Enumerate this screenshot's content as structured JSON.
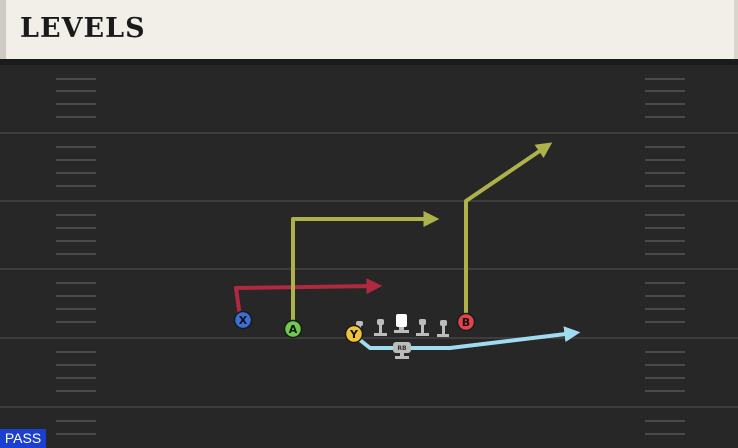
{
  "play": {
    "name": "LEVELS",
    "type_tag": "PASS"
  },
  "colors": {
    "field": "#272727",
    "yard_line": "#3d3d3d",
    "hash": "#4a4a4a",
    "route_x": "#b0293f",
    "route_a": "#adb24a",
    "route_b": "#adb24a",
    "route_y": "#9fdcf0",
    "blocker": "#bcbcbc",
    "player_x": "#3b6fd6",
    "player_a": "#6fc94a",
    "player_b": "#e0454c",
    "player_y": "#f1c33a",
    "pass_tag_bg": "#1b3fd0"
  },
  "players": [
    {
      "id": "x",
      "label": "X",
      "icon": "circle-player",
      "route": "short out to the right"
    },
    {
      "id": "a",
      "label": "A",
      "icon": "circle-player",
      "route": "in route to the right"
    },
    {
      "id": "y",
      "label": "Y",
      "icon": "circle-player",
      "route": "flat to the right"
    },
    {
      "id": "b",
      "label": "B",
      "icon": "circle-player",
      "route": "post corner to the right"
    }
  ],
  "backfield": {
    "label": "RB",
    "icon": "blocker-figure"
  },
  "line": {
    "icon": "blocker-figure",
    "count": 5
  }
}
